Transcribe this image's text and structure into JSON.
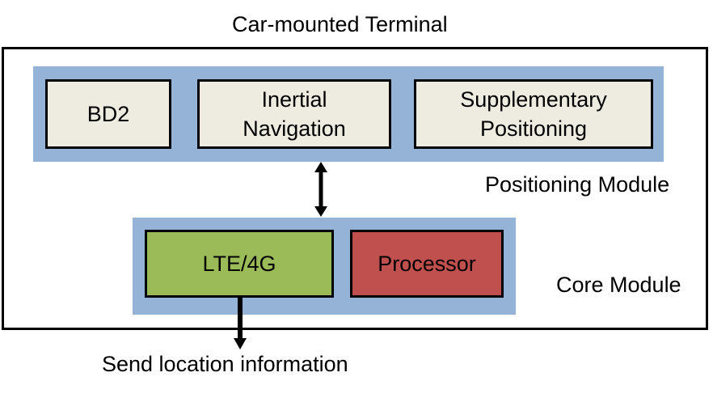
{
  "terminal": {
    "title": "Car-mounted Terminal"
  },
  "positioning_module": {
    "label": "Positioning Module",
    "components": {
      "bd2": "BD2",
      "inertial": "Inertial\nNavigation",
      "supplementary": "Supplementary\nPositioning"
    }
  },
  "core_module": {
    "label": "Core Module",
    "components": {
      "lte": "LTE/4G",
      "processor": "Processor"
    }
  },
  "output": {
    "label": "Send location information"
  },
  "colors": {
    "panel": "#95b3d7",
    "component_fill": "#eeece1",
    "lte_fill": "#9bbb59",
    "processor_fill": "#c0504d"
  }
}
